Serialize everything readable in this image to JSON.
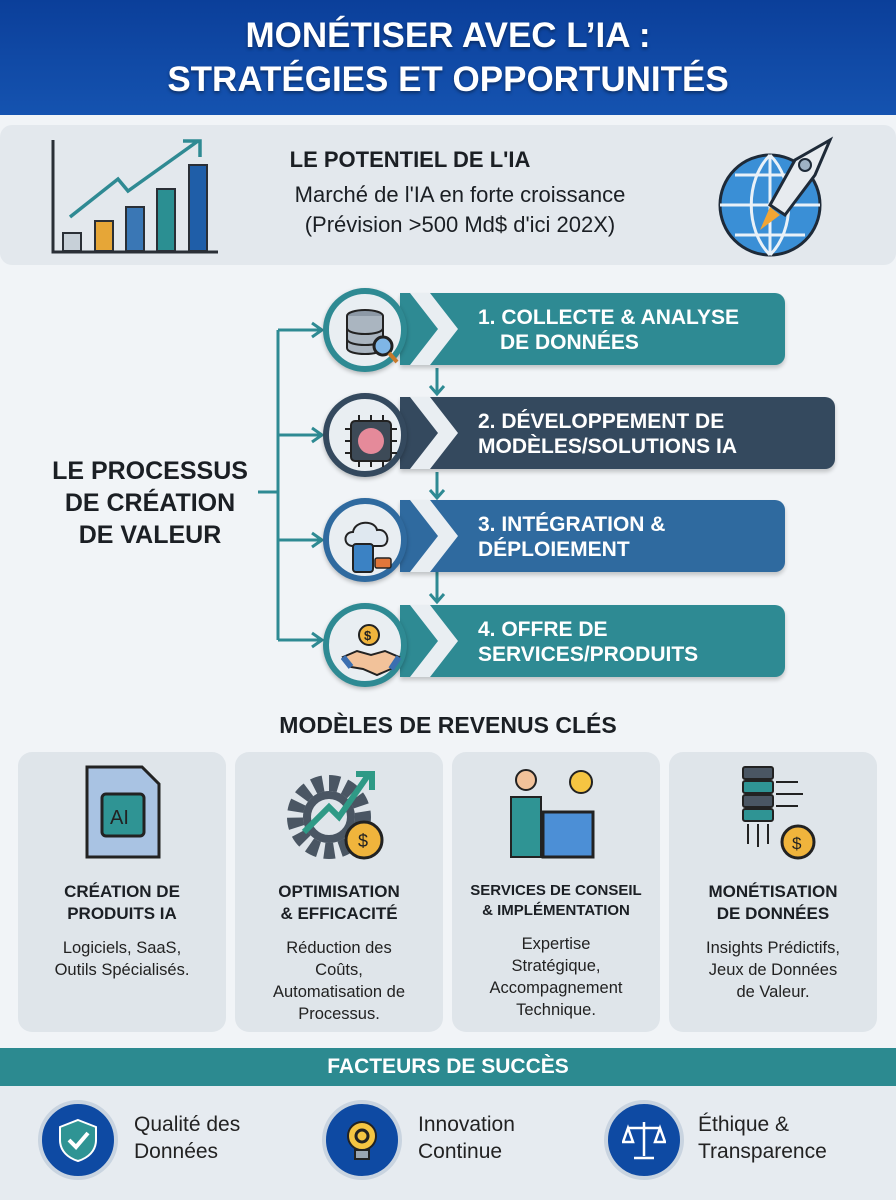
{
  "header": {
    "title_line1": "MONÉTISER AVEC L’IA :",
    "title_line2": "STRATÉGIES ET OPPORTUNITÉS",
    "color": "#0d47a1"
  },
  "potential": {
    "title": "LE POTENTIEL DE L'IA",
    "line1": "Marché de l'IA en forte croissance",
    "line2": "(Prévision >500 Md$ d'ici 202X)",
    "icons": [
      "growth-chart-icon",
      "globe-rocket-icon"
    ]
  },
  "process": {
    "label_line1": "LE PROCESSUS",
    "label_line2": "DE CRÉATION",
    "label_line3": "DE VALEUR",
    "steps": [
      {
        "line1": "1. COLLECTE & ANALYSE",
        "line2": "DE DONNÉES",
        "color": "#2e8a93",
        "icon": "database-search-icon"
      },
      {
        "line1": "2. DÉVELOPPEMENT DE",
        "line2": "MODÈLES/SOLUTIONS IA",
        "color": "#34495e",
        "icon": "ai-chip-brain-icon"
      },
      {
        "line1": "3. INTÉGRATION &",
        "line2": "DÉPLOIEMENT",
        "color": "#2f6a9f",
        "icon": "cloud-tablet-icon"
      },
      {
        "line1": "4. OFFRE DE",
        "line2": "SERVICES/PRODUITS",
        "color": "#2e8a93",
        "icon": "handshake-coin-icon"
      }
    ]
  },
  "models": {
    "title": "MODÈLES DE REVENUS CLÉS",
    "cards": [
      {
        "title1": "CRÉATION DE",
        "title2": "PRODUITS IA",
        "desc": [
          "Logiciels, SaaS,",
          "Outils Spécialisés."
        ],
        "icon": "ai-document-icon"
      },
      {
        "title1": "OPTIMISATION",
        "title2": "& EFFICACITÉ",
        "desc": [
          "Réduction des",
          "Coûts,",
          "Automatisation de",
          "Processus."
        ],
        "icon": "gear-growth-coin-icon"
      },
      {
        "title1": "SERVICES DE CONSEIL",
        "title2": "& IMPLÉMENTATION",
        "desc": [
          "Expertise",
          "Stratégique,",
          "Accompagnement",
          "Technique."
        ],
        "icon": "consultant-blueprint-icon"
      },
      {
        "title1": "MONÉTISATION",
        "title2": "DE DONNÉES",
        "desc": [
          "Insights Prédictifs,",
          "Jeux de Données",
          "de Valeur."
        ],
        "icon": "server-coin-icon"
      }
    ]
  },
  "factors": {
    "title": "FACTEURS DE SUCCÈS",
    "color": "#2c8a90",
    "items": [
      {
        "line1": "Qualité des",
        "line2": "Données",
        "icon": "shield-check-icon"
      },
      {
        "line1": "Innovation",
        "line2": "Continue",
        "icon": "lightbulb-gear-icon"
      },
      {
        "line1": "Éthique &",
        "line2": "Transparence",
        "icon": "scales-icon"
      }
    ]
  }
}
